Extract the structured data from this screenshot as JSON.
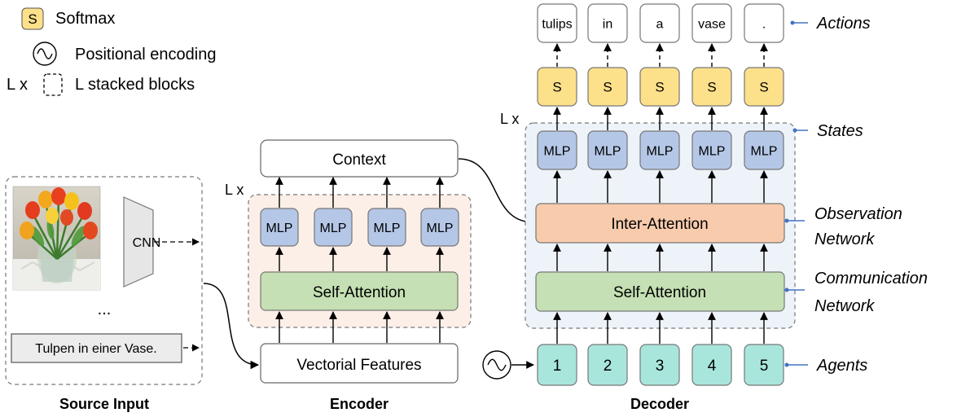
{
  "legend": {
    "softmax_symbol": "S",
    "softmax_label": "Softmax",
    "posenc_label": "Positional encoding",
    "stack_prefix": "L x",
    "stack_label": "L stacked blocks"
  },
  "source": {
    "cnn_label": "CNN",
    "ellipsis": "...",
    "text_input": "Tulpen in einer Vase.",
    "title": "Source Input"
  },
  "encoder": {
    "title": "Encoder",
    "context_label": "Context",
    "mlp_labels": [
      "MLP",
      "MLP",
      "MLP",
      "MLP"
    ],
    "self_attention_label": "Self-Attention",
    "features_label": "Vectorial Features",
    "stack_marker": "L x"
  },
  "decoder": {
    "title": "Decoder",
    "stack_marker": "L x",
    "actions": [
      "tulips",
      "in",
      "a",
      "vase",
      "."
    ],
    "softmax_labels": [
      "S",
      "S",
      "S",
      "S",
      "S"
    ],
    "mlp_labels": [
      "MLP",
      "MLP",
      "MLP",
      "MLP",
      "MLP"
    ],
    "inter_attention_label": "Inter-Attention",
    "self_attention_label": "Self-Attention",
    "agents": [
      "1",
      "2",
      "3",
      "4",
      "5"
    ]
  },
  "annotations": {
    "actions": "Actions",
    "states": "States",
    "observation_line1": "Observation",
    "observation_line2": "Network",
    "communication_line1": "Communication",
    "communication_line2": "Network",
    "agents": "Agents"
  },
  "colors": {
    "softmax_fill": "#fde08a",
    "mlp_fill": "#b4c7e7",
    "self_attention_fill": "#c5e0b4",
    "inter_attention_fill": "#f8cbad",
    "agent_fill": "#a8e6dc",
    "encoder_block_bg": "#fcefe8",
    "decoder_block_bg": "#edf3f9",
    "cnn_fill": "#e7e6e6",
    "annotation_pointer": "#4472c4"
  }
}
